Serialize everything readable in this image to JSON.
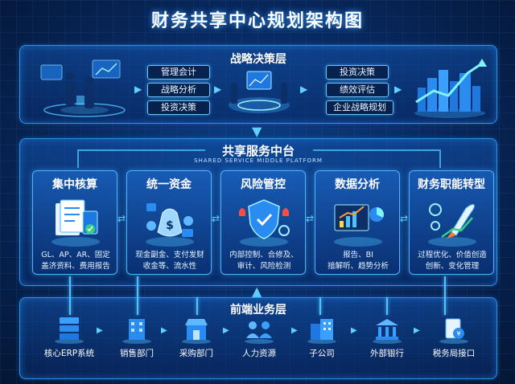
{
  "title": "财务共享中心规划架构图",
  "strategy": {
    "title": "战略决策层",
    "left_tags": [
      "管理会计",
      "战略分析",
      "投资决策"
    ],
    "right_tags": [
      "投资决策",
      "绩效评估",
      "企业战略规划"
    ]
  },
  "middle": {
    "title": "共享服务中台",
    "subtitle": "SHARED SERVICE MIDDLE PLATFORM",
    "cards": [
      {
        "title": "集中核算",
        "desc": "GL、AP、AR、固定\n盖济资料、费用报告",
        "icon": "ledger-icon"
      },
      {
        "title": "统一资金",
        "desc": "现金副金、支付发财\n收金等、流水性",
        "icon": "money-bag-icon"
      },
      {
        "title": "风险管控",
        "desc": "内部控制、合修及、\n审计、风险检测",
        "icon": "shield-icon"
      },
      {
        "title": "数据分析",
        "desc": "报告、BI\n揞解听、趋势分析",
        "icon": "chart-icon"
      },
      {
        "title": "财务职能转型",
        "desc": "过程优化、价值创造\n创新、变化管理",
        "icon": "rocket-icon"
      }
    ]
  },
  "front": {
    "title": "前端业务层",
    "nodes": [
      {
        "label": "核心ERP系统",
        "icon": "server-icon"
      },
      {
        "label": "销售部门",
        "icon": "building-icon"
      },
      {
        "label": "采购部门",
        "icon": "store-icon"
      },
      {
        "label": "人力资源",
        "icon": "people-icon"
      },
      {
        "label": "子公司",
        "icon": "office-icon"
      },
      {
        "label": "外部银行",
        "icon": "bank-icon"
      },
      {
        "label": "税务局接口",
        "icon": "tax-icon"
      }
    ]
  },
  "colors": {
    "accent": "#4fc3ff",
    "panel": "#1552aa",
    "glow": "#2f8fe6",
    "arrow": "#5fd0ff",
    "rocket": "#ff7a2a",
    "alert": "#ff4a4a"
  }
}
